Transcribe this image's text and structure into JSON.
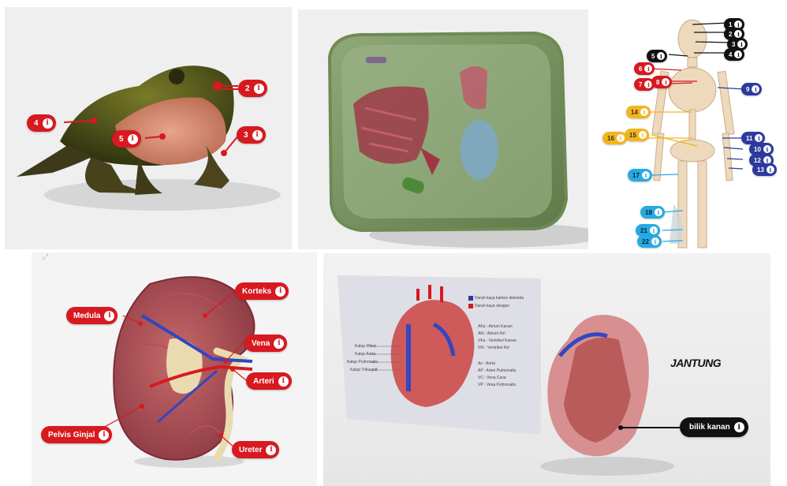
{
  "panels": {
    "frog": {
      "labels": [
        {
          "num": "2",
          "color": "red"
        },
        {
          "num": "4",
          "color": "red"
        },
        {
          "num": "5",
          "color": "red"
        },
        {
          "num": "3",
          "color": "red"
        }
      ]
    },
    "cell": {},
    "skeleton": {
      "labels": [
        {
          "num": "1",
          "color": "black"
        },
        {
          "num": "2",
          "color": "black"
        },
        {
          "num": "3",
          "color": "black"
        },
        {
          "num": "4",
          "color": "black"
        },
        {
          "num": "5",
          "color": "black"
        },
        {
          "num": "6",
          "color": "red"
        },
        {
          "num": "7",
          "color": "red"
        },
        {
          "num": "8",
          "color": "red"
        },
        {
          "num": "9",
          "color": "navy"
        },
        {
          "num": "14",
          "color": "yellow"
        },
        {
          "num": "15",
          "color": "yellow"
        },
        {
          "num": "16",
          "color": "yellow"
        },
        {
          "num": "11",
          "color": "navy"
        },
        {
          "num": "10",
          "color": "navy"
        },
        {
          "num": "12",
          "color": "navy"
        },
        {
          "num": "13",
          "color": "navy"
        },
        {
          "num": "17",
          "color": "cyan"
        },
        {
          "num": "18",
          "color": "cyan"
        },
        {
          "num": "21",
          "color": "cyan"
        },
        {
          "num": "22",
          "color": "cyan"
        }
      ]
    },
    "kidney": {
      "labels": [
        {
          "text": "Korteks"
        },
        {
          "text": "Medula"
        },
        {
          "text": "Vena"
        },
        {
          "text": "Arteri"
        },
        {
          "text": "Pelvis Ginjal"
        },
        {
          "text": "Ureter"
        }
      ],
      "expand_icon": "expand-icon"
    },
    "heart": {
      "title": "JANTUNG",
      "callout": "bilik kanan",
      "legend": [
        {
          "color": "#2b3a9c",
          "text": "Darah kaya karbon dioksida"
        },
        {
          "color": "#d71920",
          "text": "Darah kaya oksigen"
        }
      ],
      "abbrev_1": [
        "AKa : Atrium Kanan",
        "AKi : Atrium Kiri",
        "VKa : Ventrikel Kanan",
        "VKi : Ventrikel Kiri"
      ],
      "abbrev_2": [
        "Ao : Aorta",
        "AP : Arteri Pulmonalis",
        "VC : Vena Cava",
        "VP : Vena Pulmonalis"
      ],
      "valves": [
        "Katup Mitral",
        "Katup Aorta",
        "Katup Pulmonalis",
        "Katup Trikuspid"
      ]
    }
  },
  "icon_info": "i",
  "colors": {
    "red": "#d71920",
    "black": "#111111",
    "navy": "#2b3a9c",
    "yellow": "#f2b51b",
    "cyan": "#27a9e1"
  }
}
